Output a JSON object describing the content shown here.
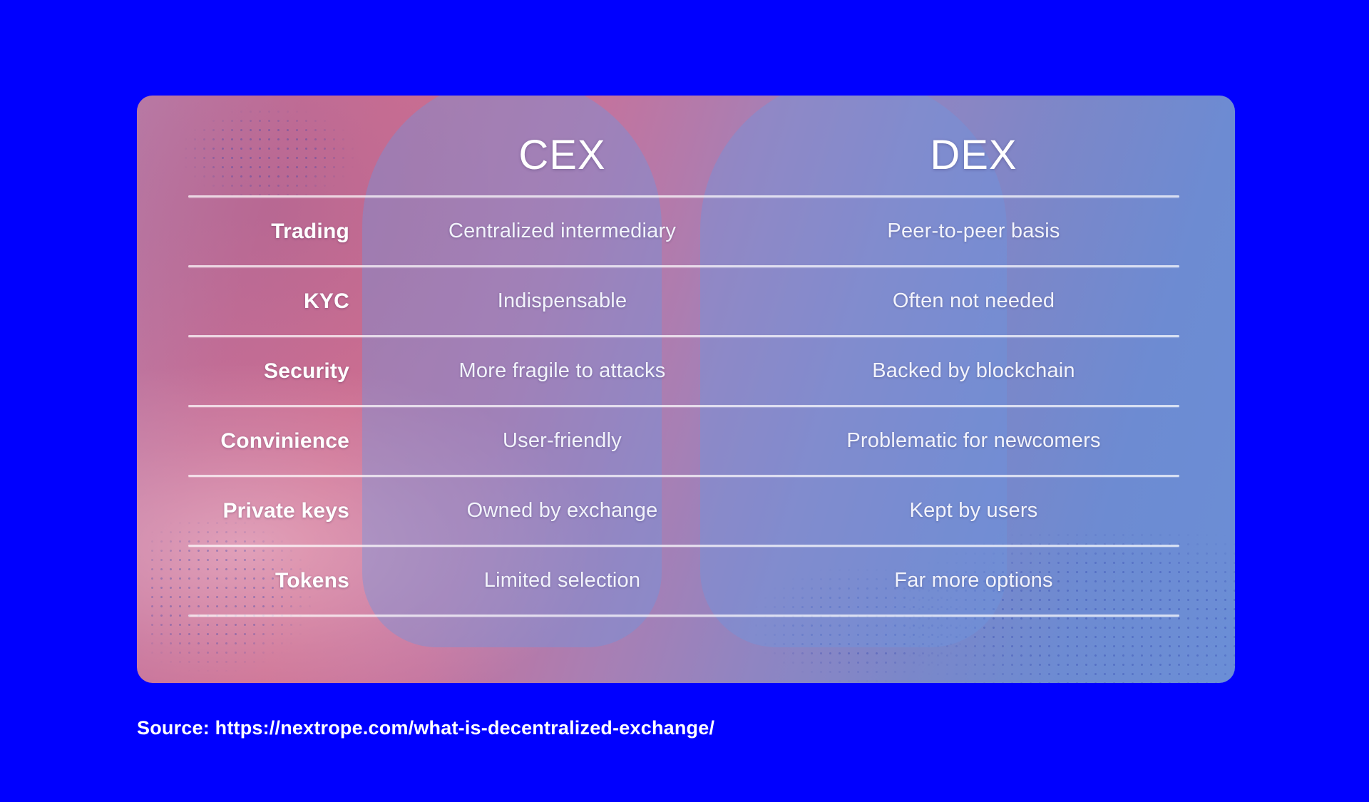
{
  "background_color": "#0000ff",
  "card": {
    "gradient_start": "#c46e96",
    "gradient_mid": "#a87fb4",
    "gradient_end": "#6b8ed6",
    "capsule_color": "#6c96e0"
  },
  "table": {
    "header": {
      "row_label_heading": "",
      "col_cex": "CEX",
      "col_dex": "DEX"
    },
    "rows": [
      {
        "label": "Trading",
        "cex": "Centralized intermediary",
        "dex": "Peer-to-peer basis"
      },
      {
        "label": "KYC",
        "cex": "Indispensable",
        "dex": "Often not needed"
      },
      {
        "label": "Security",
        "cex": "More fragile to attacks",
        "dex": "Backed by blockchain"
      },
      {
        "label": "Convinience",
        "cex": "User-friendly",
        "dex": "Problematic for newcomers"
      },
      {
        "label": "Private keys",
        "cex": "Owned by exchange",
        "dex": "Kept by users"
      },
      {
        "label": "Tokens",
        "cex": "Limited selection",
        "dex": "Far more options"
      }
    ]
  },
  "footer": {
    "source": "Source: https://nextrope.com/what-is-decentralized-exchange/"
  }
}
